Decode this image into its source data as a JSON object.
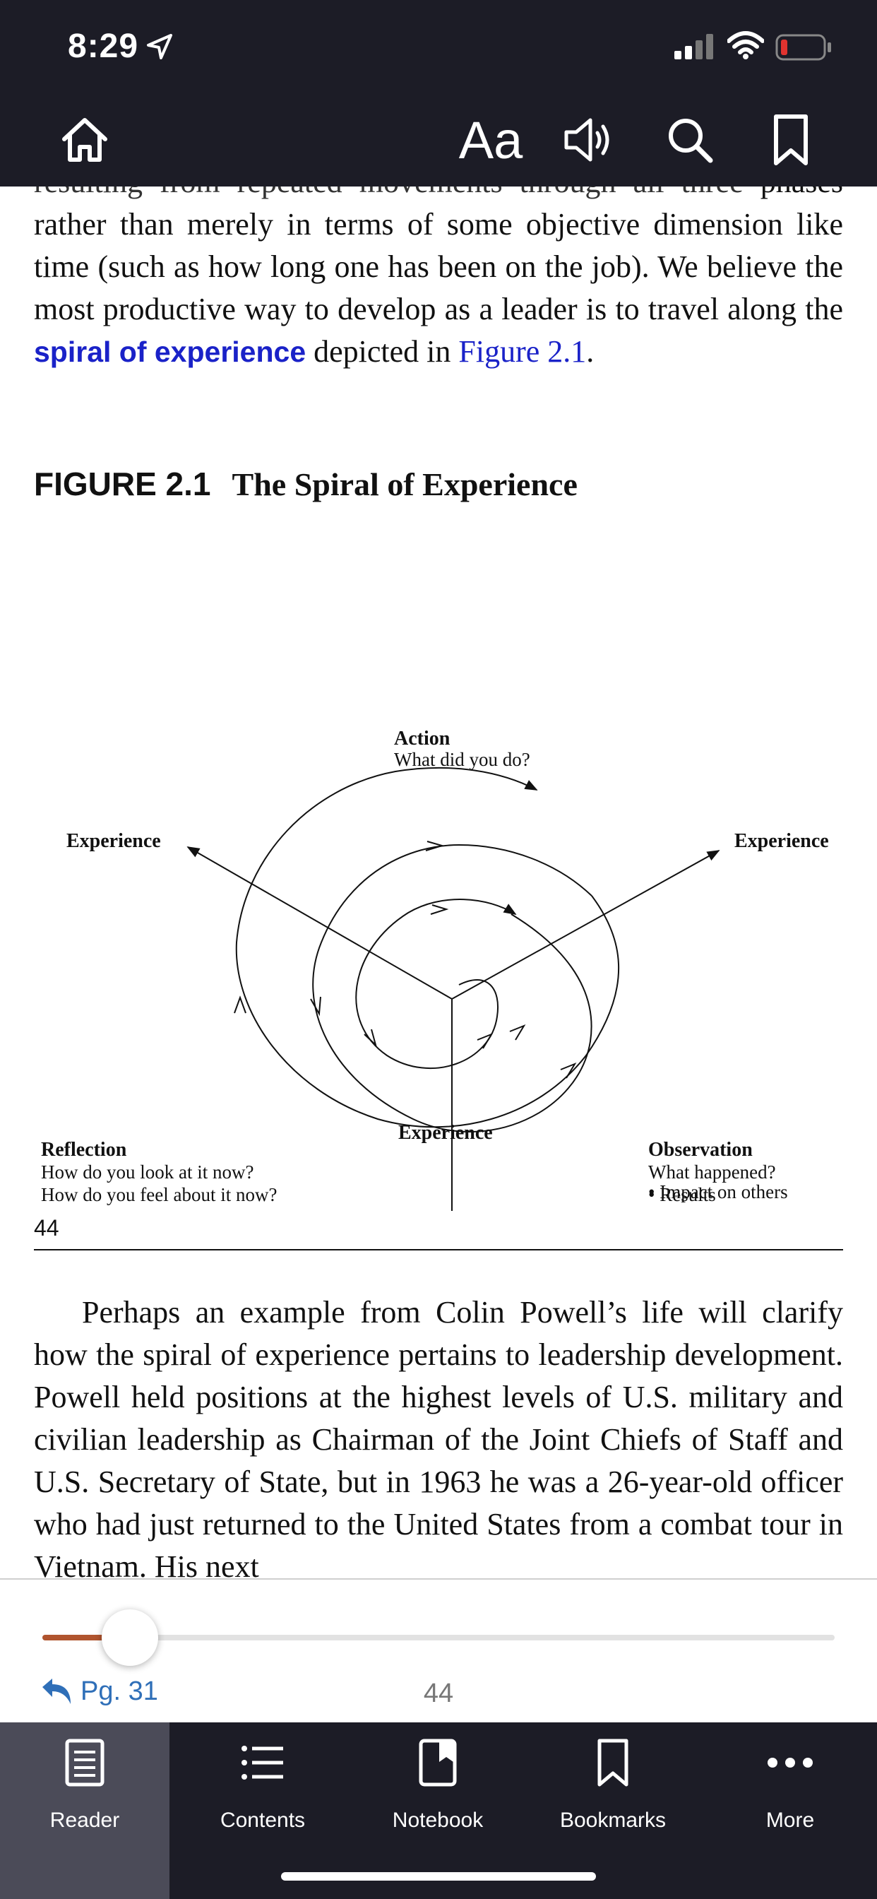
{
  "status": {
    "time": "8:29"
  },
  "toolbar": {
    "font_label": "Aa"
  },
  "book": {
    "para_cut": "resulting from repeated movements through all three",
    "para_top_1": "phases rather than merely in terms of some objective dimension like time (such as how long one has been on the job). We believe the most productive way to develop as a leader is to travel along the ",
    "para_top_term": "spiral of experience",
    "para_top_2": " depicted in ",
    "para_top_link": "Figure 2.1",
    "para_top_end": ".",
    "figure_number": "FIGURE 2.1",
    "figure_title": "The Spiral of Experience",
    "diagram": {
      "action_title": "Action",
      "action_sub": "What did you do?",
      "exp_left": "Experience",
      "exp_right": "Experience",
      "exp_bottom": "Experience",
      "reflection_title": "Reflection",
      "reflection_1": "How do you look at it now?",
      "reflection_2": "How do you feel about it now?",
      "observation_title": "Observation",
      "observation_1": "What happened?",
      "observation_2": "• Results",
      "observation_3": "• Impact on others"
    },
    "printed_page_number": "44",
    "para_bottom": "Perhaps an example from Colin Powell’s life will clarify how the spiral of experience pertains to leadership development. Powell held positions at the highest levels of U.S. military and civilian leadership as Chairman of the Joint Chiefs of Staff and U.S. Secretary of State, but in 1963 he was a 26-year-old officer who had just returned to the United States from a combat tour in Vietnam. His next"
  },
  "controls": {
    "progress": 0.06,
    "back_label": "Pg. 31",
    "current_page": "44"
  },
  "tabs": [
    {
      "label": "Reader",
      "icon": "reader-icon",
      "active": true
    },
    {
      "label": "Contents",
      "icon": "list-icon",
      "active": false
    },
    {
      "label": "Notebook",
      "icon": "notebook-icon",
      "active": false
    },
    {
      "label": "Bookmarks",
      "icon": "bookmark-icon",
      "active": false
    },
    {
      "label": "More",
      "icon": "more-icon",
      "active": false
    }
  ],
  "colors": {
    "chrome": "#1c1c26",
    "active_tab": "#4b4b58",
    "link_blue": "#1a22c8",
    "progress_fill": "#b0542e",
    "back_link": "#2f6fb8",
    "battery_low": "#e0332f"
  }
}
